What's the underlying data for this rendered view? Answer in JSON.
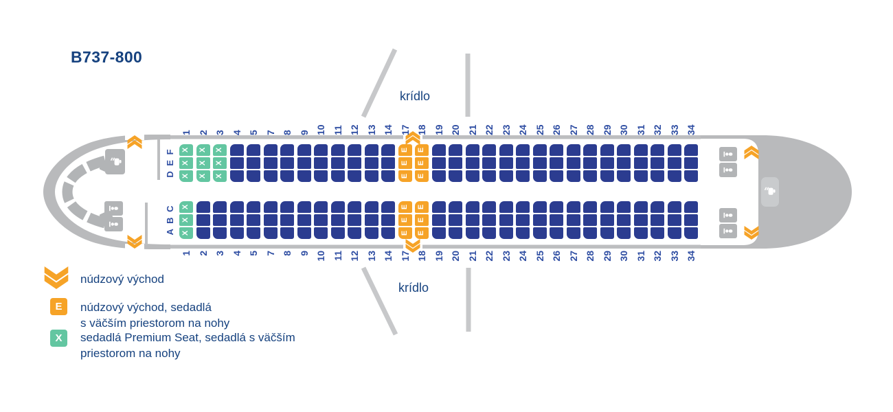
{
  "title": "B737-800",
  "labels": {
    "wing": "krídlo"
  },
  "colors": {
    "navy": "#16427f",
    "number_blue": "#2e4da2",
    "seat_standard": "#2b3c90",
    "seat_premium": "#63c6a1",
    "seat_exit": "#f6a327",
    "fuselage_gray": "#b9babc",
    "furniture_gray": "#b2b4b6",
    "wing_gray": "#c7c8ca",
    "wall_gray": "#bdbec0"
  },
  "icons": {
    "emergency_exit": "double-chevron",
    "galley": "cup-with-steam",
    "lavatory": "person"
  },
  "seat_map": {
    "aircraft": "B737-800",
    "row_label_top": "D E F",
    "row_label_bottom": "A B C",
    "row_letters_top": [
      "F",
      "E",
      "D"
    ],
    "row_letters_bottom": [
      "C",
      "B",
      "A"
    ],
    "seat_types": {
      "S": {
        "name": "standard",
        "glyph": ""
      },
      "X": {
        "name": "premium-extra-legroom",
        "glyph": "X"
      },
      "E": {
        "name": "emergency-exit-extra-legroom",
        "glyph": "E"
      }
    },
    "columns": [
      {
        "number": "1",
        "def": "X",
        "abc": "X"
      },
      {
        "number": "2",
        "def": "X",
        "abc": "S"
      },
      {
        "number": "3",
        "def": "X",
        "abc": "S"
      },
      {
        "number": "4",
        "def": "S",
        "abc": "S"
      },
      {
        "number": "5",
        "def": "S",
        "abc": "S"
      },
      {
        "number": "7",
        "def": "S",
        "abc": "S"
      },
      {
        "number": "8",
        "def": "S",
        "abc": "S"
      },
      {
        "number": "9",
        "def": "S",
        "abc": "S"
      },
      {
        "number": "10",
        "def": "S",
        "abc": "S"
      },
      {
        "number": "11",
        "def": "S",
        "abc": "S"
      },
      {
        "number": "12",
        "def": "S",
        "abc": "S"
      },
      {
        "number": "13",
        "def": "S",
        "abc": "S"
      },
      {
        "number": "14",
        "def": "S",
        "abc": "S"
      },
      {
        "number": "17",
        "def": "E",
        "abc": "E"
      },
      {
        "number": "18",
        "def": "E",
        "abc": "E"
      },
      {
        "number": "19",
        "def": "S",
        "abc": "S"
      },
      {
        "number": "20",
        "def": "S",
        "abc": "S"
      },
      {
        "number": "21",
        "def": "S",
        "abc": "S"
      },
      {
        "number": "22",
        "def": "S",
        "abc": "S"
      },
      {
        "number": "23",
        "def": "S",
        "abc": "S"
      },
      {
        "number": "24",
        "def": "S",
        "abc": "S"
      },
      {
        "number": "25",
        "def": "S",
        "abc": "S"
      },
      {
        "number": "26",
        "def": "S",
        "abc": "S"
      },
      {
        "number": "27",
        "def": "S",
        "abc": "S"
      },
      {
        "number": "28",
        "def": "S",
        "abc": "S"
      },
      {
        "number": "29",
        "def": "S",
        "abc": "S"
      },
      {
        "number": "30",
        "def": "S",
        "abc": "S"
      },
      {
        "number": "31",
        "def": "S",
        "abc": "S"
      },
      {
        "number": "32",
        "def": "S",
        "abc": "S"
      },
      {
        "number": "33",
        "def": "S",
        "abc": "S"
      },
      {
        "number": "34",
        "def": "S",
        "abc": "S"
      }
    ]
  },
  "legend": {
    "items": [
      {
        "icon": "double-chevron-down",
        "glyph": "",
        "lines": [
          "núdzový východ"
        ]
      },
      {
        "icon": "e-seat",
        "glyph": "E",
        "lines": [
          "núdzový východ, sedadlá",
          "s väčším priestorom na nohy"
        ]
      },
      {
        "icon": "x-seat",
        "glyph": "X",
        "lines": [
          "sedadlá Premium Seat, sedadlá s väčším",
          "priestorom na nohy"
        ]
      }
    ]
  }
}
